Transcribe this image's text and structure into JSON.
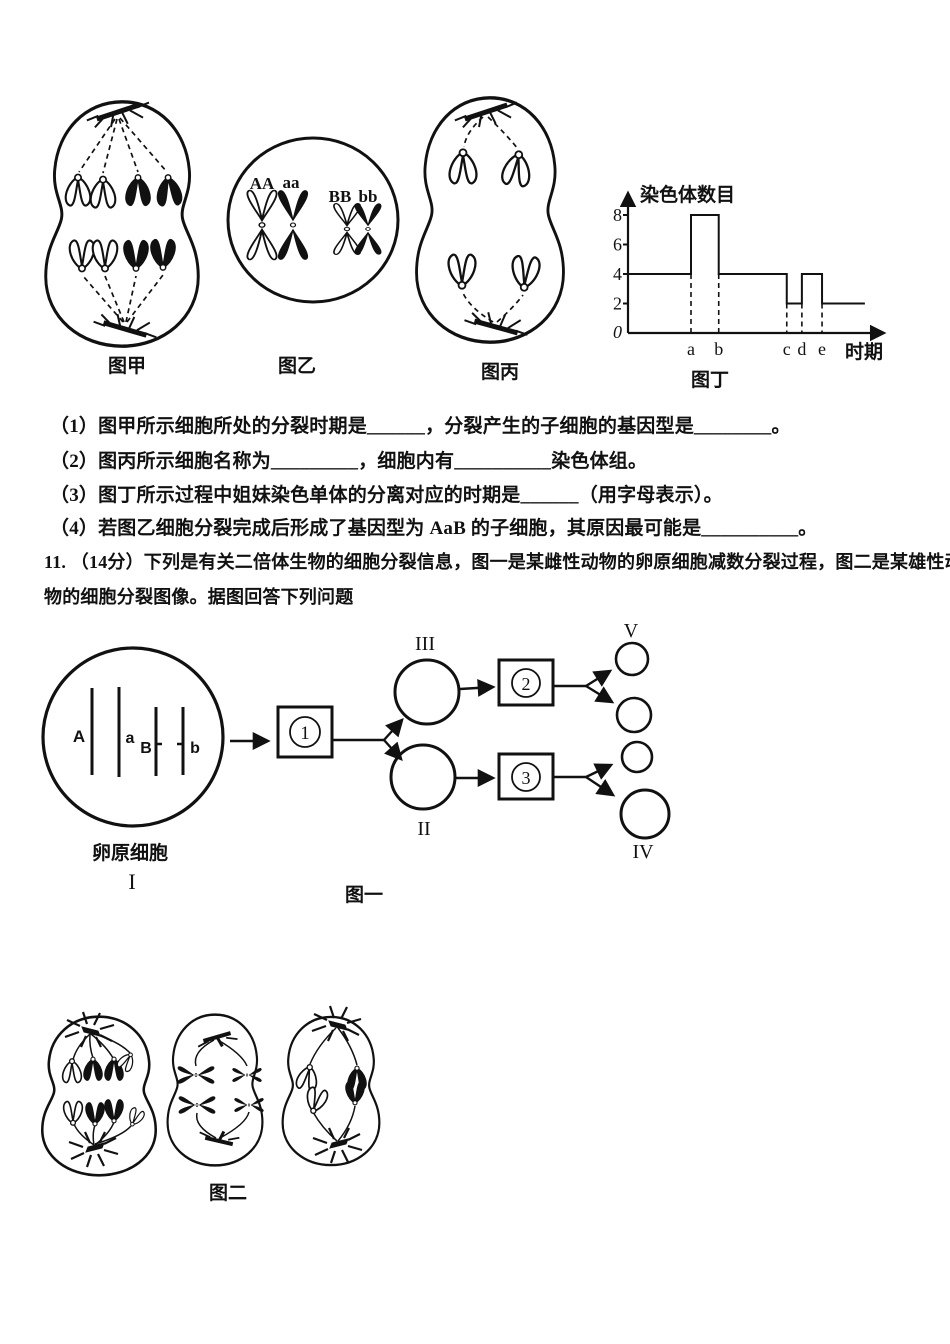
{
  "colors": {
    "ink": "#111111",
    "paper": "#ffffff"
  },
  "figures_top": {
    "jia_caption": "图甲",
    "yi_caption": "图乙",
    "bing_caption": "图丙",
    "ding_caption": "图丁",
    "yi_chromosome_labels": {
      "pair1": "AA",
      "pair2": "aa",
      "pair3": "BB",
      "pair4": "bb"
    }
  },
  "chart_data": {
    "type": "line",
    "line_style": "step",
    "title": "图丁",
    "ylabel": "染色体数目",
    "xlabel": "时期",
    "yticks": [
      0,
      2,
      4,
      6,
      8
    ],
    "ylim": [
      0,
      9
    ],
    "xlim": [
      0,
      10
    ],
    "grid": false,
    "periods": [
      {
        "label": "a",
        "x": 2.5
      },
      {
        "label": "b",
        "x": 3.6
      },
      {
        "label": "c",
        "x": 6.3
      },
      {
        "label": "d",
        "x": 6.9
      },
      {
        "label": "e",
        "x": 7.7
      }
    ],
    "segments": [
      {
        "x_start": 0,
        "x_end": 2.5,
        "chromosome_number": 4
      },
      {
        "x_start": 2.5,
        "x_end": 3.6,
        "chromosome_number": 8
      },
      {
        "x_start": 3.6,
        "x_end": 6.3,
        "chromosome_number": 4
      },
      {
        "x_start": 6.3,
        "x_end": 6.9,
        "chromosome_number": 2
      },
      {
        "x_start": 6.9,
        "x_end": 7.7,
        "chromosome_number": 4
      },
      {
        "x_start": 7.7,
        "x_end": 9.4,
        "chromosome_number": 2
      }
    ]
  },
  "questions": [
    "（1）图甲所示细胞所处的分裂时期是______，分裂产生的子细胞的基因型是________。",
    "（2）图丙所示细胞名称为_________，细胞内有__________染色体组。",
    "（3）图丁所示过程中姐妹染色单体的分离对应的时期是______（用字母表示）。",
    "（4）若图乙细胞分裂完成后形成了基因型为 AaB 的子细胞，其原因最可能是__________。"
  ],
  "question11": {
    "line1": "11. （14分）下列是有关二倍体生物的细胞分裂信息，图一是某雌性动物的卵原细胞减数分裂过程，图二是某雄性动",
    "line2": "物的细胞分裂图像。据图回答下列问题"
  },
  "figure_one": {
    "caption": "图一",
    "cell_label": "卵原细胞",
    "chromosome_labels": [
      "A",
      "a",
      "B",
      "b"
    ],
    "stage_labels": {
      "I": "I",
      "II": "II",
      "III": "III",
      "IV": "IV",
      "V": "V"
    },
    "process_labels": {
      "p1": "1",
      "p2": "2",
      "p3": "3"
    }
  },
  "figure_two": {
    "caption": "图二"
  }
}
